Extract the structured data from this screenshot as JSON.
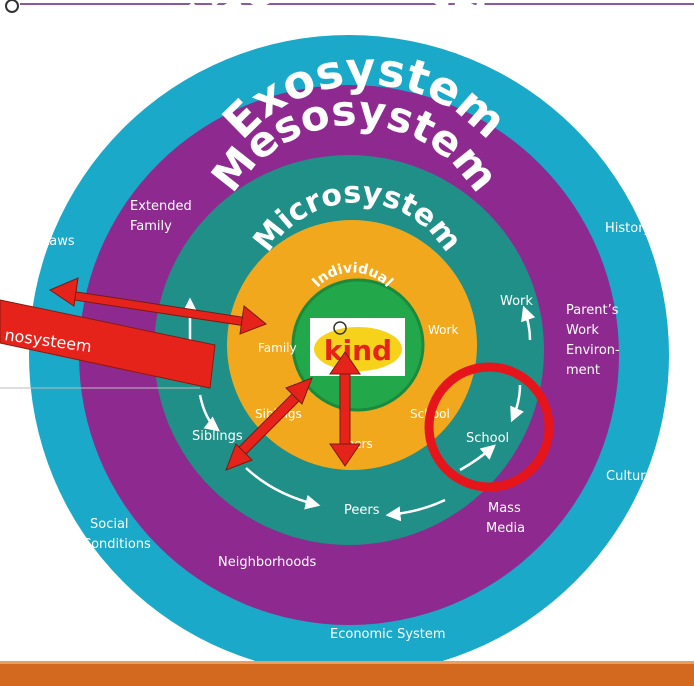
{
  "diagram": {
    "rings": {
      "macro": {
        "title": "Macrosystem",
        "color": "#1aa9c8"
      },
      "exo": {
        "title": "Exosystem",
        "color": "#8e2a8f"
      },
      "meso": {
        "title": "Mesosystem",
        "color": "#1f8f88"
      },
      "micro": {
        "title": "Microsystem",
        "color": "#f2a81d"
      },
      "individual": {
        "title": "Individual",
        "color": "#22a74a"
      }
    },
    "macro_labels": {
      "laws": "Laws",
      "history": "History",
      "culture": "Culture",
      "social_1": "Social",
      "social_2": "Conditions",
      "economic": "Economic System"
    },
    "exo_labels": {
      "extended_1": "Extended",
      "extended_2": "Family",
      "parents_1": "Parent’s",
      "parents_2": "Work",
      "parents_3": "Environ-",
      "parents_4": "ment",
      "mass_1": "Mass",
      "mass_2": "Media",
      "neighborhoods": "Neighborhoods"
    },
    "meso_labels": {
      "work": "Work",
      "school": "School",
      "peers": "Peers",
      "siblings": "Siblings"
    },
    "micro_labels": {
      "family": "Family",
      "work": "Work",
      "siblings": "Siblings",
      "school": "School",
      "peers": "Peers"
    },
    "child_badge": "kind",
    "callout": "nosysteem"
  },
  "colors": {
    "arrow_red": "#e5231b",
    "highlight_circle": "#e6141b",
    "badge_bg": "#ffffff",
    "badge_oval": "#f7d21a",
    "footer_bar": "#d2691e"
  }
}
